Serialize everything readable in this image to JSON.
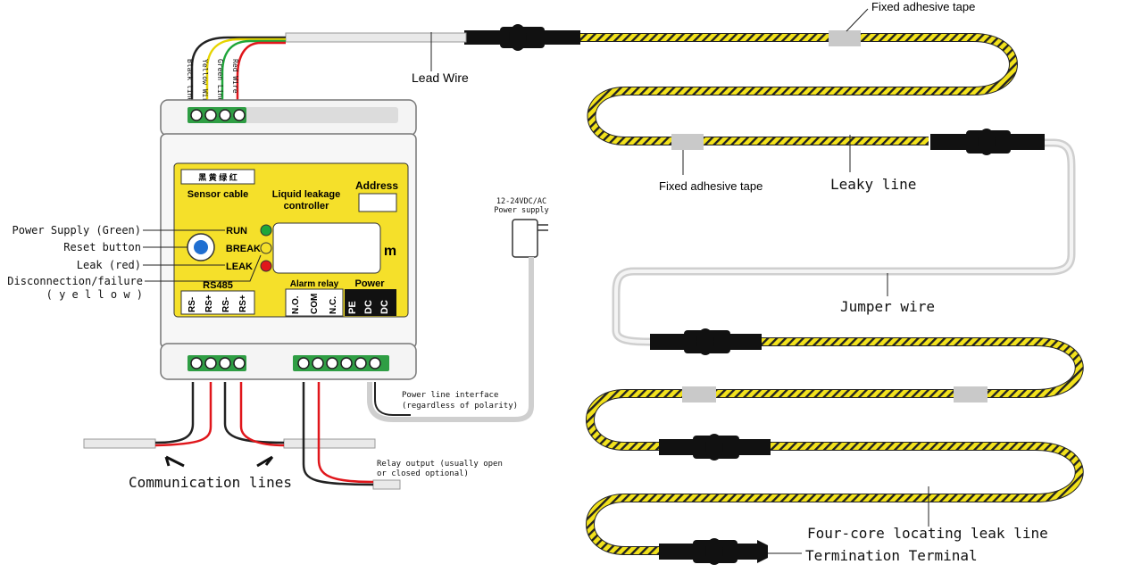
{
  "labels": {
    "fixed_tape_top": "Fixed adhesive tape",
    "fixed_tape_mid": "Fixed adhesive tape",
    "lead_wire": "Lead Wire",
    "leaky_line": "Leaky line",
    "jumper_wire": "Jumper wire",
    "four_core": "Four-core locating leak line",
    "termination": "Termination Terminal",
    "power_supply_title_1": "12-24VDC/AC",
    "power_supply_title_2": "Power supply",
    "power_line_1": "Power line interface",
    "power_line_2": "(regardless of polarity)",
    "relay_output_1": "Relay output (usually open",
    "relay_output_2": "or closed optional)",
    "communication": "Communication lines",
    "wire_black": "Black line",
    "wire_yellow": "Yellow Wire",
    "wire_green": "Green Line",
    "wire_red": "Red Wire"
  },
  "controller": {
    "sensor_chars": "黑 黄 绿 红",
    "sensor_cable": "Sensor cable",
    "title_1": "Liquid leakage",
    "title_2": "controller",
    "address": "Address",
    "run": "RUN",
    "break": "BREAK",
    "leak": "LEAK",
    "unit": "m",
    "rs485": "RS485",
    "rs_pins": [
      "RS-",
      "RS+",
      "RS-",
      "RS+"
    ],
    "alarm_relay": "Alarm relay",
    "relay_pins": [
      "N.O.",
      "COM",
      "N.C."
    ],
    "power": "Power",
    "power_pins": [
      "PE",
      "DC",
      "DC"
    ]
  },
  "callouts": {
    "power_supply_green": "Power Supply (Green)",
    "reset_button": "Reset button",
    "leak_red": "Leak (red)",
    "disconnection": "Disconnection/failure",
    "yellow": "( y e l l o w )"
  },
  "colors": {
    "panel_yellow": "#f5e02a",
    "leak_line_yellow": "#f2e21c",
    "run_led": "#1fa63a",
    "break_led": "#f5e02a",
    "leak_led": "#e0161b",
    "reset_blue": "#1f6fd1",
    "terminal_green": "#2f9e44"
  }
}
